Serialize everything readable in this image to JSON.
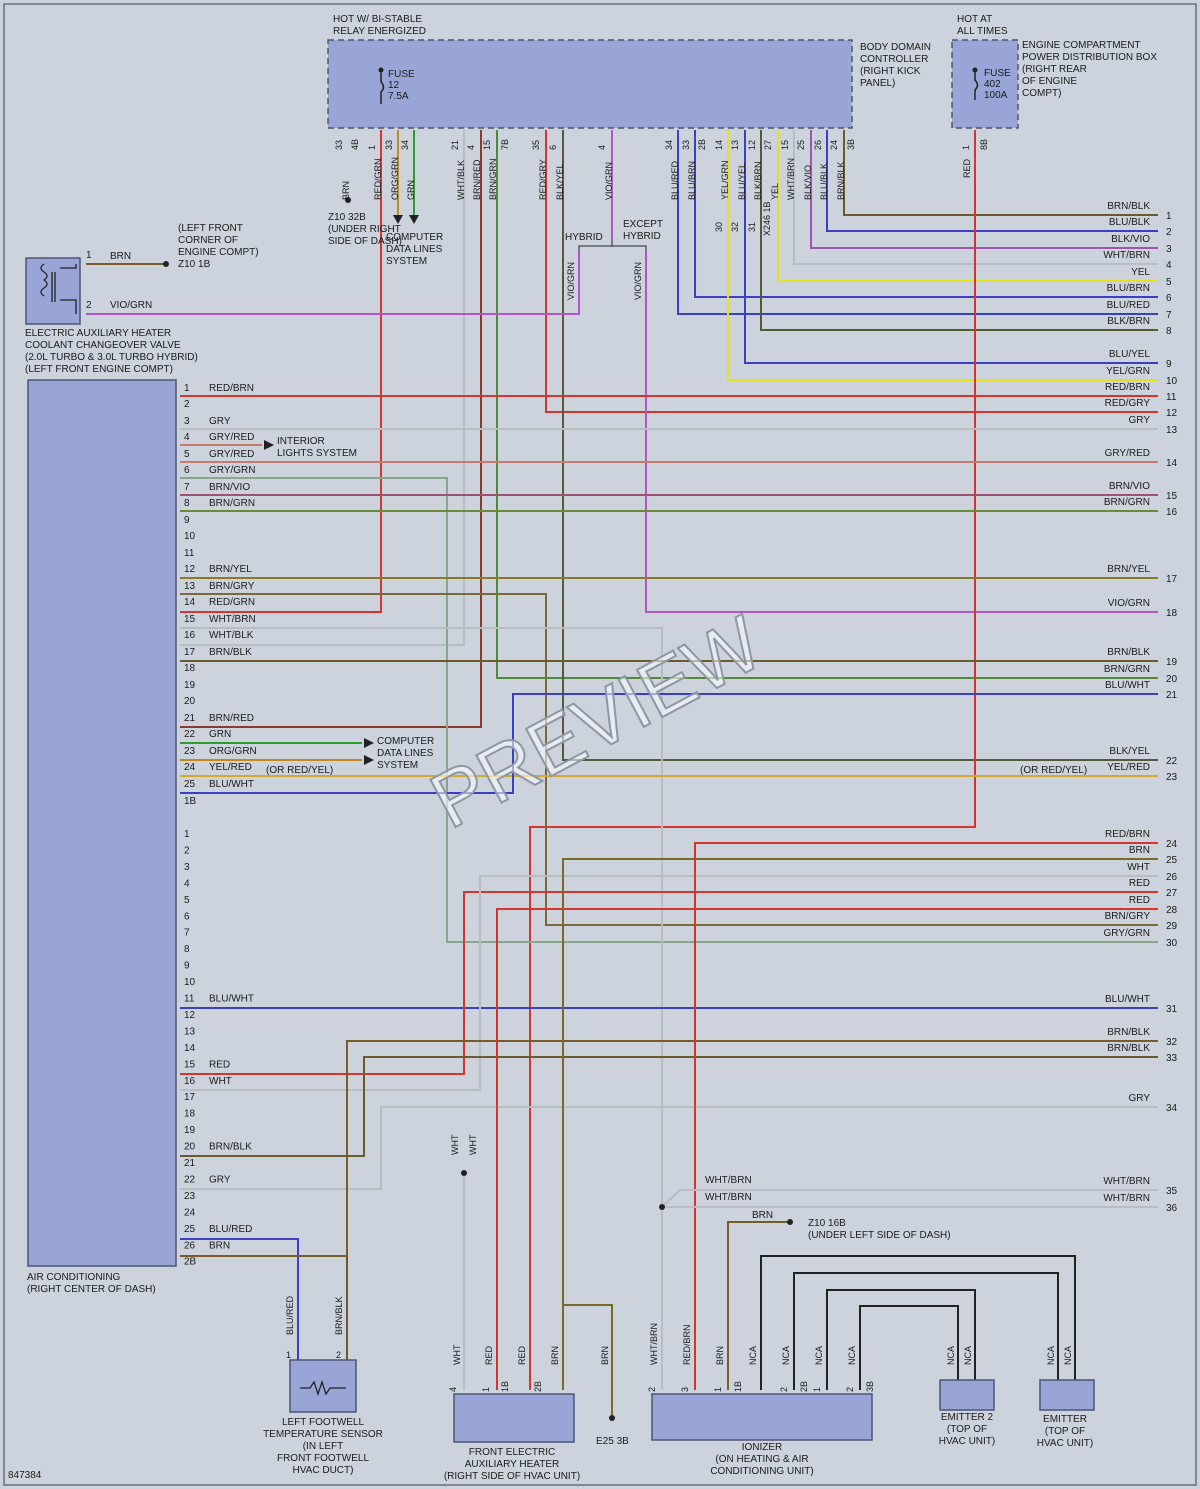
{
  "header": {
    "hot_relay": [
      "HOT W/ BI-STABLE",
      "RELAY ENERGIZED"
    ],
    "hot_times": [
      "HOT AT",
      "ALL TIMES"
    ]
  },
  "bdc": {
    "label": [
      "BODY DOMAIN",
      "CONTROLLER",
      "(RIGHT KICK",
      "PANEL)"
    ],
    "fuse": [
      "FUSE",
      "12",
      "7.5A"
    ],
    "pins": [
      "33",
      "4B",
      "1",
      "33",
      "34",
      "21",
      "4",
      "15",
      "7B",
      "35",
      "6",
      "4",
      "34",
      "33",
      "2B",
      "14",
      "13",
      "12",
      "27",
      "15",
      "25",
      "26",
      "24",
      "3B"
    ],
    "wires": [
      "BRN",
      "RED/GRN",
      "ORG/GRN",
      "GRN",
      "WHT/BLK",
      "BRN/RED",
      "BRN/GRN",
      "RED/GRY",
      "BLK/YEL",
      "VIO/GRN",
      "BLU/RED",
      "BLU/BRN",
      "YEL/GRN",
      "BLU/YEL",
      "BLK/BRN",
      "YEL",
      "WHT/BRN",
      "BLK/VIO",
      "BLU/BLK",
      "BRN/BLK"
    ],
    "ground": [
      "Z10 32B",
      "(UNDER RIGHT",
      "SIDE OF DASH)"
    ],
    "data_lines": [
      "COMPUTER",
      "DATA LINES",
      "SYSTEM"
    ]
  },
  "pdb": {
    "label": [
      "ENGINE COMPARTMENT",
      "POWER DISTRIBUTION BOX",
      "(RIGHT REAR",
      "OF ENGINE",
      "COMPT)"
    ],
    "fuse": [
      "FUSE",
      "402",
      "100A"
    ],
    "pins": [
      "1",
      "8B"
    ],
    "wire": "RED"
  },
  "hybrid": {
    "hybrid": "HYBRID",
    "except": [
      "EXCEPT",
      "HYBRID"
    ],
    "left_wire": "VIO/GRN",
    "right_wire": "VIO/GRN"
  },
  "x246": {
    "label": "X246 1B",
    "pins": [
      "30",
      "32",
      "31"
    ]
  },
  "valve": {
    "pins": [
      "1",
      "2"
    ],
    "wires": [
      "BRN",
      "VIO/GRN"
    ],
    "ground": [
      "(LEFT FRONT",
      "CORNER OF",
      "ENGINE COMPT)",
      "Z10 1B"
    ],
    "label": [
      "ELECTRIC AUXILIARY HEATER",
      "COOLANT CHANGEOVER VALVE",
      "(2.0L TURBO & 3.0L TURBO HYBRID)",
      "(LEFT FRONT ENGINE COMPT)"
    ]
  },
  "ac": {
    "label": [
      "AIR CONDITIONING",
      "(RIGHT CENTER OF DASH)"
    ],
    "connA": [
      "1 RED/BRN",
      "2",
      "3 GRY",
      "4 GRY/RED",
      "5 GRY/RED",
      "6 GRY/GRN",
      "7 BRN/VIO",
      "8 BRN/GRN",
      "9",
      "10",
      "11",
      "12 BRN/YEL",
      "13 BRN/GRY",
      "14 RED/GRN",
      "15 WHT/BRN",
      "16 WHT/BLK",
      "17 BRN/BLK",
      "18",
      "19",
      "20",
      "21 BRN/RED",
      "22 GRN",
      "23 ORG/GRN",
      "24 YEL/RED",
      "25 BLU/WHT",
      "1B"
    ],
    "connB": [
      "1",
      "2",
      "3",
      "4",
      "5",
      "6",
      "7",
      "8",
      "9",
      "10",
      "11 BLU/WHT",
      "12",
      "13",
      "14",
      "15 RED",
      "16 WHT",
      "17",
      "18",
      "19",
      "20 BRN/BLK",
      "21",
      "22 GRY",
      "23",
      "24",
      "25 BLU/RED",
      "26 BRN",
      "2B"
    ],
    "interior": [
      "INTERIOR",
      "LIGHTS SYSTEM"
    ],
    "data_lines": [
      "COMPUTER",
      "DATA LINES",
      "SYSTEM"
    ],
    "or_red_yel": "(OR RED/YEL)"
  },
  "right_labels": [
    [
      "BRN/BLK",
      "1"
    ],
    [
      "BLU/BLK",
      "2"
    ],
    [
      "BLK/VIO",
      "3"
    ],
    [
      "WHT/BRN",
      "4"
    ],
    [
      "YEL",
      "5"
    ],
    [
      "BLU/BRN",
      "6"
    ],
    [
      "BLU/RED",
      "7"
    ],
    [
      "BLK/BRN",
      "8"
    ],
    [
      "BLU/YEL",
      "9"
    ],
    [
      "YEL/GRN",
      "10"
    ],
    [
      "RED/BRN",
      "11"
    ],
    [
      "RED/GRY",
      "12"
    ],
    [
      "GRY",
      "13"
    ],
    [
      "GRY/RED",
      "14"
    ],
    [
      "BRN/VIO",
      "15"
    ],
    [
      "BRN/GRN",
      "16"
    ],
    [
      "BRN/YEL",
      "17"
    ],
    [
      "VIO/GRN",
      "18"
    ],
    [
      "BRN/BLK",
      "19"
    ],
    [
      "BRN/GRN",
      "20"
    ],
    [
      "BLU/WHT",
      "21"
    ],
    [
      "BLK/YEL",
      "22"
    ],
    [
      "YEL/RED",
      "23"
    ],
    [
      "RED/BRN",
      "24"
    ],
    [
      "BRN",
      "25"
    ],
    [
      "WHT",
      "26"
    ],
    [
      "RED",
      "27"
    ],
    [
      "RED",
      "28"
    ],
    [
      "BRN/GRY",
      "29"
    ],
    [
      "GRY/GRN",
      "30"
    ],
    [
      "BLU/WHT",
      "31"
    ],
    [
      "BRN/BLK",
      "32"
    ],
    [
      "BRN/BLK",
      "33"
    ],
    [
      "GRY",
      "34"
    ],
    [
      "WHT/BRN",
      "35"
    ],
    [
      "WHT/BRN",
      "36"
    ]
  ],
  "right_or": "(OR RED/YEL)",
  "wht_labels": [
    "WHT",
    "WHT"
  ],
  "sensor": {
    "wires": [
      "BLU/RED",
      "BRN/BLK"
    ],
    "pins": [
      "1",
      "2"
    ],
    "label": [
      "LEFT FOOTWELL",
      "TEMPERATURE SENSOR",
      "(IN LEFT",
      "FRONT FOOTWELL",
      "HVAC DUCT)"
    ]
  },
  "heater": {
    "wires": [
      "WHT",
      "RED",
      "RED",
      "BRN",
      "BRN"
    ],
    "pins": [
      "4",
      "1",
      "1B",
      "2B"
    ],
    "ground": "E25 3B",
    "label": [
      "FRONT ELECTRIC",
      "AUXILIARY HEATER",
      "(RIGHT SIDE OF HVAC UNIT)"
    ]
  },
  "ionizer": {
    "wires": [
      "WHT/BRN",
      "RED/BRN",
      "BRN",
      "NCA",
      "NCA",
      "NCA",
      "NCA"
    ],
    "pins": [
      "2",
      "3",
      "1",
      "1B",
      "2",
      "2B",
      "1",
      "2",
      "3B"
    ],
    "brn": "BRN",
    "ground": [
      "Z10 16B",
      "(UNDER LEFT SIDE OF DASH)"
    ],
    "wht_brn": [
      "WHT/BRN",
      "WHT/BRN"
    ],
    "label": [
      "IONIZER",
      "(ON HEATING & AIR",
      "CONDITIONING UNIT)"
    ]
  },
  "emitter2": {
    "wires": [
      "NCA",
      "NCA"
    ],
    "label": [
      "EMITTER 2",
      "(TOP OF",
      "HVAC UNIT)"
    ]
  },
  "emitter": {
    "wires": [
      "NCA",
      "NCA"
    ],
    "label": [
      "EMITTER",
      "(TOP OF",
      "HVAC UNIT)"
    ]
  },
  "footer": {
    "code": "847384",
    "watermark": "PREVIEW"
  },
  "colors": {
    "bg": "#ccd3dc",
    "component": "#98a5d6",
    "red": "#d4352d",
    "brown": "#7a5a28",
    "green": "#2aa02a",
    "blue": "#3b3fc4",
    "gray": "#a9aeb3",
    "yellow": "#e7e01f",
    "violet": "#b354c7",
    "orange": "#c68a1a"
  }
}
